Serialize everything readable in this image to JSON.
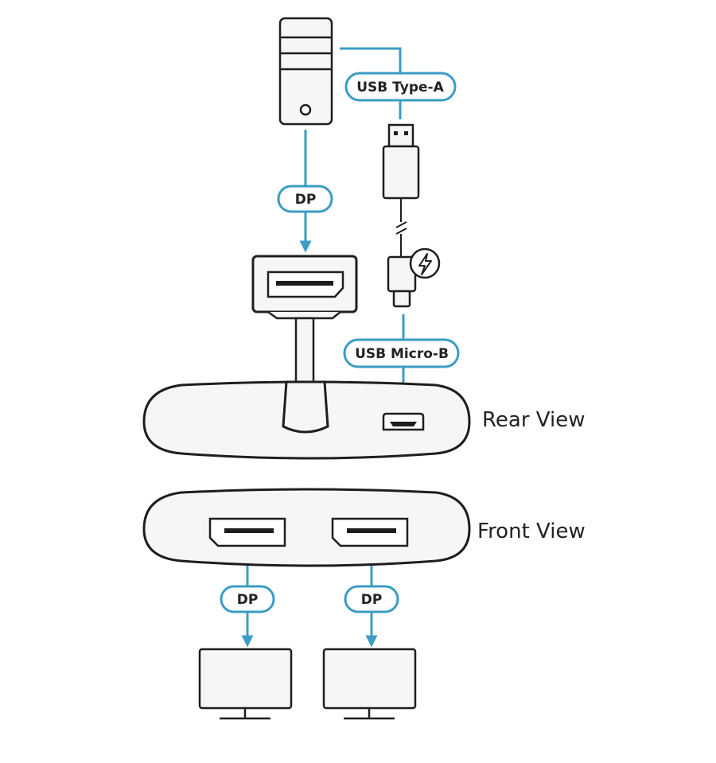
{
  "colors": {
    "connector_line": "#3b9cc4",
    "outline": "#1e1e1e",
    "fill_light": "#f6f6f6",
    "background": "#ffffff"
  },
  "labels": {
    "usb_type_a": "USB Type-A",
    "dp_input": "DP",
    "usb_micro_b": "USB Micro-B",
    "dp_output_left": "DP",
    "dp_output_right": "DP",
    "rear_view": "Rear View",
    "front_view": "Front View"
  },
  "icons": {
    "computer": "desktop-tower-icon",
    "usb_plug": "usb-type-a-plug-icon",
    "power": "lightning-power-icon",
    "micro_usb_plug": "usb-micro-b-plug-icon",
    "displayport_plug": "displayport-connector-icon",
    "monitor_left": "monitor-icon",
    "monitor_right": "monitor-icon"
  }
}
